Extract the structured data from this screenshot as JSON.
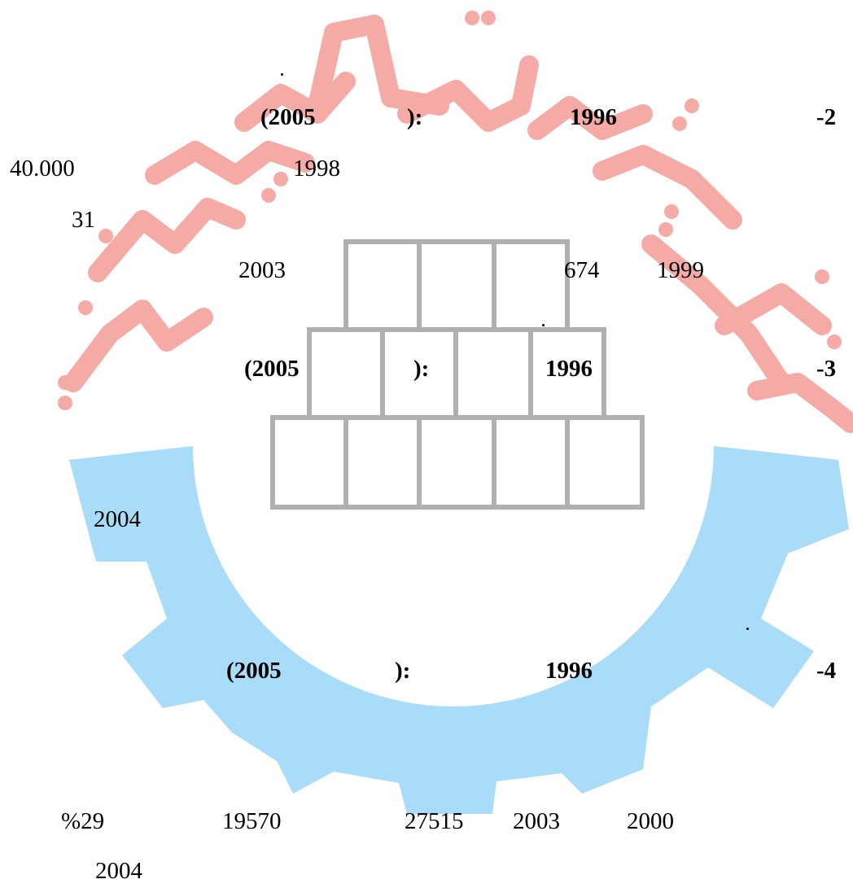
{
  "watermark": {
    "gear_color": "#a8dcf8",
    "calligraphy_color": "#f6aaa5",
    "blocks_color": "#b0b0b0"
  },
  "lines": {
    "row2": {
      "number": "-2",
      "year_a": "1996",
      "bracket_close": "):",
      "year_b": "(2005"
    },
    "row2_detail": {
      "value": "40.000",
      "year": "1998"
    },
    "row2_count": "31",
    "row2_years": {
      "year_a": "2003",
      "count": "674",
      "year_b": "1999"
    },
    "row3": {
      "number": "-3",
      "year_a": "1996",
      "bracket_close": "):",
      "year_b": "(2005"
    },
    "row3_detail": {
      "year": "2004"
    },
    "row4": {
      "number": "-4",
      "year_a": "1996",
      "bracket_close": "):",
      "year_b": "(2005"
    },
    "row4_detail": {
      "percent": "%29",
      "value_a": "19570",
      "value_b": "27515",
      "year_a": "2003",
      "year_b": "2000",
      "year_c": "2004"
    }
  }
}
